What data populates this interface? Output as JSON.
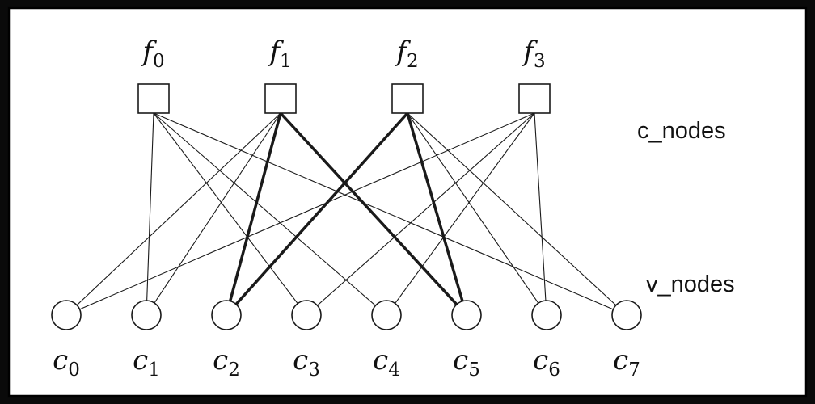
{
  "diagram": {
    "type": "tanner-graph",
    "layer_labels": {
      "check": "c_nodes",
      "variable": "v_nodes"
    },
    "check_nodes": [
      {
        "id": "f0",
        "label_base": "f",
        "label_sub": "0"
      },
      {
        "id": "f1",
        "label_base": "f",
        "label_sub": "1"
      },
      {
        "id": "f2",
        "label_base": "f",
        "label_sub": "2"
      },
      {
        "id": "f3",
        "label_base": "f",
        "label_sub": "3"
      }
    ],
    "variable_nodes": [
      {
        "id": "c0",
        "label_base": "c",
        "label_sub": "0"
      },
      {
        "id": "c1",
        "label_base": "c",
        "label_sub": "1"
      },
      {
        "id": "c2",
        "label_base": "c",
        "label_sub": "2"
      },
      {
        "id": "c3",
        "label_base": "c",
        "label_sub": "3"
      },
      {
        "id": "c4",
        "label_base": "c",
        "label_sub": "4"
      },
      {
        "id": "c5",
        "label_base": "c",
        "label_sub": "5"
      },
      {
        "id": "c6",
        "label_base": "c",
        "label_sub": "6"
      },
      {
        "id": "c7",
        "label_base": "c",
        "label_sub": "7"
      }
    ],
    "edges": [
      {
        "from": "f0",
        "to": "c1",
        "bold": false
      },
      {
        "from": "f0",
        "to": "c3",
        "bold": false
      },
      {
        "from": "f0",
        "to": "c4",
        "bold": false
      },
      {
        "from": "f0",
        "to": "c7",
        "bold": false
      },
      {
        "from": "f1",
        "to": "c0",
        "bold": false
      },
      {
        "from": "f1",
        "to": "c1",
        "bold": false
      },
      {
        "from": "f1",
        "to": "c2",
        "bold": true
      },
      {
        "from": "f1",
        "to": "c5",
        "bold": true
      },
      {
        "from": "f2",
        "to": "c2",
        "bold": true
      },
      {
        "from": "f2",
        "to": "c5",
        "bold": true
      },
      {
        "from": "f2",
        "to": "c6",
        "bold": false
      },
      {
        "from": "f2",
        "to": "c7",
        "bold": false
      },
      {
        "from": "f3",
        "to": "c0",
        "bold": false
      },
      {
        "from": "f3",
        "to": "c3",
        "bold": false
      },
      {
        "from": "f3",
        "to": "c4",
        "bold": false
      },
      {
        "from": "f3",
        "to": "c6",
        "bold": false
      }
    ],
    "colors": {
      "stroke": "#1a1a1a",
      "node_fill": "#ffffff",
      "frame": "#000000",
      "background": "#ffffff"
    }
  }
}
